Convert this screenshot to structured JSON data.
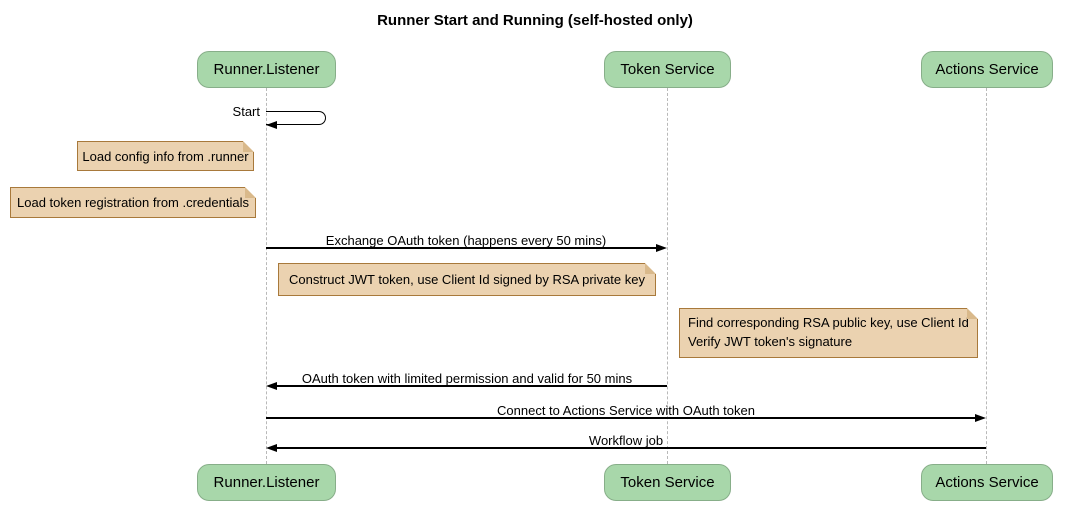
{
  "title": "Runner Start and Running (self-hosted only)",
  "participants": [
    {
      "name": "Runner.Listener"
    },
    {
      "name": "Token Service"
    },
    {
      "name": "Actions Service"
    }
  ],
  "messages": {
    "self_start": "Start",
    "exchange": "Exchange OAuth token (happens every 50 mins)",
    "oauth_return": "OAuth token with limited permission and valid for 50 mins",
    "connect": "Connect to Actions Service with OAuth token",
    "workflow": "Workflow job"
  },
  "notes": {
    "load_config": "Load config info from .runner",
    "load_token": "Load token registration from .credentials",
    "construct_jwt": "Construct JWT token, use Client Id signed by RSA private key",
    "find_rsa_line1": "Find corresponding RSA public key, use Client Id",
    "find_rsa_line2": "Verify JWT token's signature"
  },
  "colors": {
    "participant_fill": "#a8d7aa",
    "participant_border": "#87ae89",
    "note_fill": "#ebd2b0",
    "note_border": "#a8793b",
    "lifeline": "#b9b9b9",
    "arrow": "#000000"
  }
}
